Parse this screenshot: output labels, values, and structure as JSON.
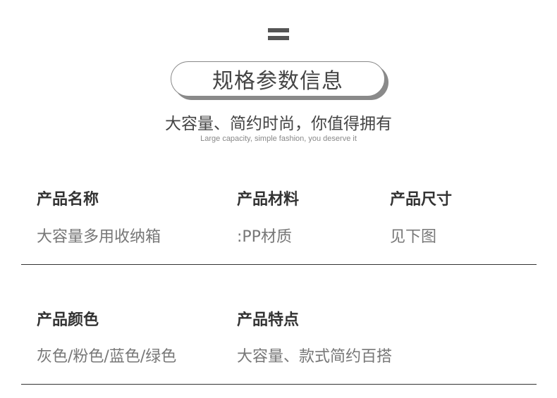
{
  "header": {
    "title": "规格参数信息",
    "subtitle_cn": "大容量、简约时尚，你值得拥有",
    "subtitle_en": "Large capacity, simple fashion, you deserve it"
  },
  "specs": {
    "row1": [
      {
        "label": "产品名称",
        "value": "大容量多用收纳箱"
      },
      {
        "label": "产品材料",
        "value": ":PP材质"
      },
      {
        "label": "产品尺寸",
        "value": "见下图"
      }
    ],
    "row2": [
      {
        "label": "产品颜色",
        "value": "灰色/粉色/蓝色/绿色"
      },
      {
        "label": "产品特点",
        "value": "大容量、款式简约百搭"
      }
    ]
  }
}
